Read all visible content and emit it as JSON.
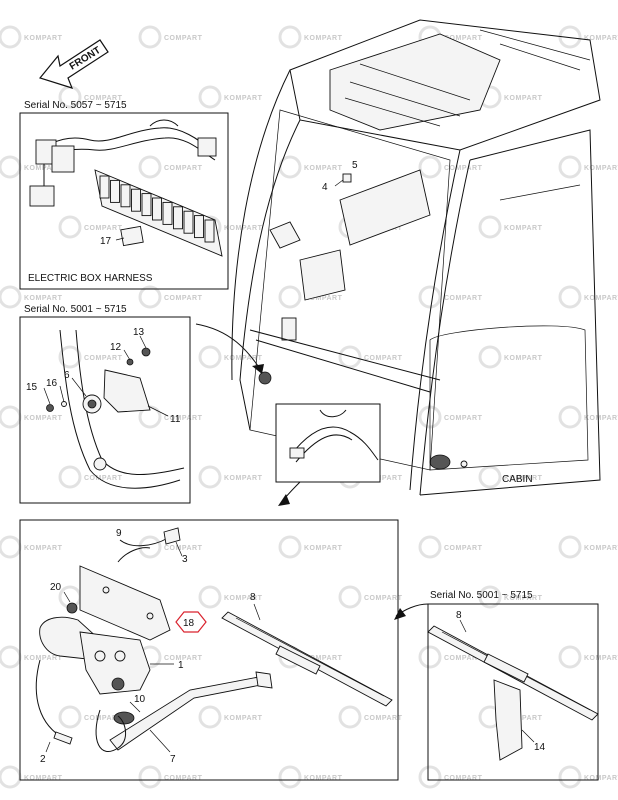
{
  "watermark": {
    "text": "KOMPART",
    "text_alt": "COMPART"
  },
  "front_arrow": {
    "label": "FRONT"
  },
  "panels": {
    "electric_box": {
      "serial": "Serial No. 5057 ~ 5715",
      "caption": "ELECTRIC BOX HARNESS"
    },
    "bracket": {
      "serial": "Serial No. 5001 ~ 5715"
    },
    "wiper_alt": {
      "serial": "Serial No. 5001 ~ 5715"
    }
  },
  "main": {
    "caption": "CABIN"
  },
  "callouts": {
    "c1": "1",
    "c2": "2",
    "c3": "3",
    "c4": "4",
    "c5": "5",
    "c6": "6",
    "c7": "7",
    "c8": "8",
    "c8b": "8",
    "c9": "9",
    "c10": "10",
    "c11": "11",
    "c12": "12",
    "c13": "13",
    "c14": "14",
    "c15": "15",
    "c16": "16",
    "c17": "17",
    "c18": "18",
    "c20": "20"
  },
  "colors": {
    "highlight_callout": "#d9232e",
    "line": "#111111",
    "watermark": "#d0d0d0"
  }
}
